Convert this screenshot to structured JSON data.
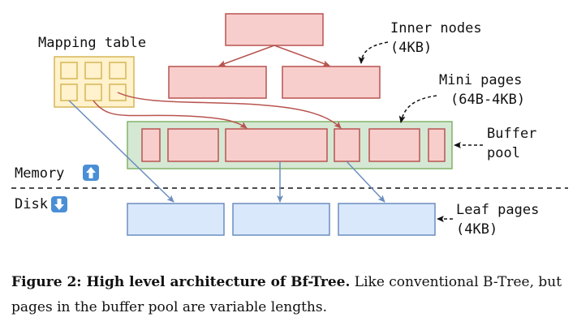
{
  "labels": {
    "mapping_table": "Mapping table",
    "inner_nodes_1": "Inner nodes",
    "inner_nodes_2": "(4KB)",
    "mini_pages_1": "Mini pages",
    "mini_pages_2": "(64B-4KB)",
    "buffer_1": "Buffer",
    "buffer_2": "pool",
    "memory": "Memory",
    "disk": "Disk",
    "leaf_1": "Leaf pages",
    "leaf_2": "(4KB)"
  },
  "caption": {
    "bold": "Figure 2: High level architecture of Bf-Tree.",
    "text": " Like conventional B-Tree, but pages in the buffer pool are variable lengths."
  },
  "colors": {
    "red_fill": "#f8cecc",
    "red_stroke": "#b85450",
    "green_fill": "#d5e8d4",
    "green_stroke": "#82b366",
    "blue_fill": "#dae8fc",
    "blue_stroke": "#6c8ebf",
    "yellow_fill": "#fff2cc",
    "yellow_stroke": "#d6b656",
    "emoji_blue": "#4a8fd6"
  }
}
